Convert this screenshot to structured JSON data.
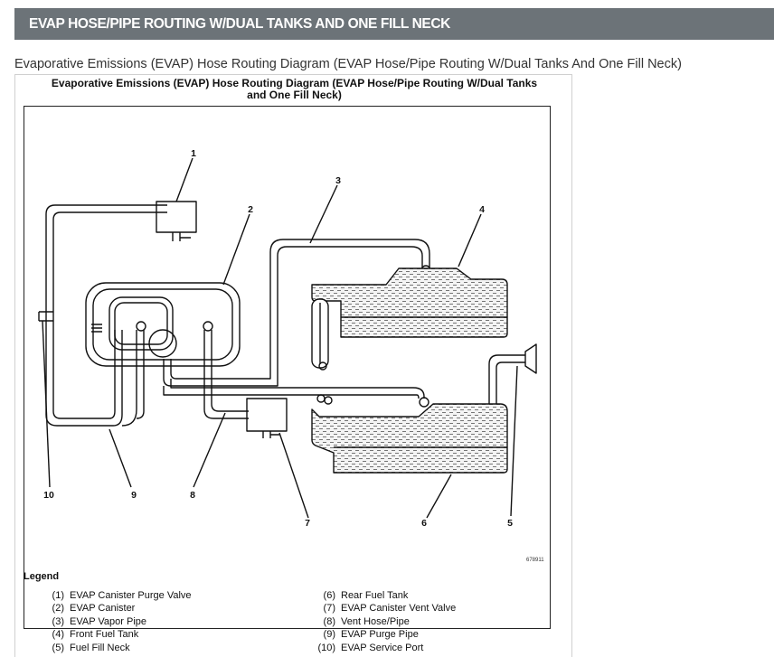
{
  "header": {
    "title": "EVAP HOSE/PIPE ROUTING W/DUAL TANKS AND ONE FILL NECK"
  },
  "caption": "Evaporative Emissions (EVAP) Hose Routing Diagram (EVAP Hose/Pipe Routing W/Dual Tanks And One Fill Neck)",
  "figure": {
    "title_line1": "Evaporative Emissions (EVAP) Hose Routing Diagram (EVAP Hose/Pipe Routing W/Dual Tanks",
    "title_line2": "and One Fill Neck)",
    "figure_id": "678911",
    "callouts": [
      "1",
      "2",
      "3",
      "4",
      "5",
      "6",
      "7",
      "8",
      "9",
      "10"
    ]
  },
  "legend": {
    "title": "Legend",
    "left": [
      {
        "num": "(1)",
        "label": "EVAP Canister Purge Valve"
      },
      {
        "num": "(2)",
        "label": "EVAP Canister"
      },
      {
        "num": "(3)",
        "label": "EVAP Vapor Pipe"
      },
      {
        "num": "(4)",
        "label": "Front Fuel Tank"
      },
      {
        "num": "(5)",
        "label": "Fuel Fill Neck"
      }
    ],
    "right": [
      {
        "num": "(6)",
        "label": "Rear Fuel Tank"
      },
      {
        "num": "(7)",
        "label": "EVAP Canister Vent Valve"
      },
      {
        "num": "(8)",
        "label": "Vent Hose/Pipe"
      },
      {
        "num": "(9)",
        "label": "EVAP Purge Pipe"
      },
      {
        "num": "(10)",
        "label": "EVAP Service Port"
      }
    ]
  }
}
